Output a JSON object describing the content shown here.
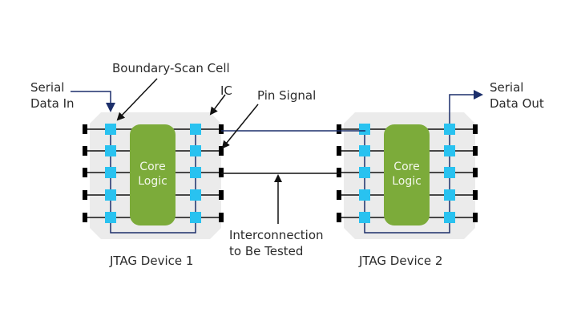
{
  "labels": {
    "serial_in_1": "Serial",
    "serial_in_2": "Data In",
    "boundary_scan_cell": "Boundary-Scan Cell",
    "ic": "IC",
    "pin_signal": "Pin Signal",
    "serial_out_1": "Serial",
    "serial_out_2": "Data Out",
    "interconnection_1": "Interconnection",
    "interconnection_2": "to Be Tested"
  },
  "devices": [
    {
      "name": "JTAG Device 1",
      "core_1": "Core",
      "core_2": "Logic"
    },
    {
      "name": "JTAG Device 2",
      "core_1": "Core",
      "core_2": "Logic"
    }
  ],
  "colors": {
    "chip_bg": "#ebebeb",
    "cell": "#29c2f0",
    "core": "#7cab3a",
    "scan_path": "#1c2f6b",
    "pin": "#000000"
  }
}
